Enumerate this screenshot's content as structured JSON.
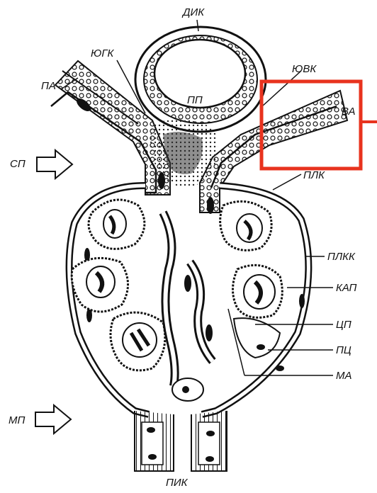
{
  "labels": {
    "dik": "ДИК",
    "yugk": "ЮГК",
    "pa": "ПА",
    "pp": "ПП",
    "yuvk": "ЮВК",
    "va": "ВА",
    "sp": "СП",
    "plk": "ПЛК",
    "plkk": "ПЛКК",
    "kap": "КАП",
    "tsp": "ЦП",
    "pts": "ПЦ",
    "ma": "МА",
    "mp": "МП",
    "pik": "ПИК"
  },
  "highlight_color": "#e8331e",
  "ink_color": "#111111"
}
